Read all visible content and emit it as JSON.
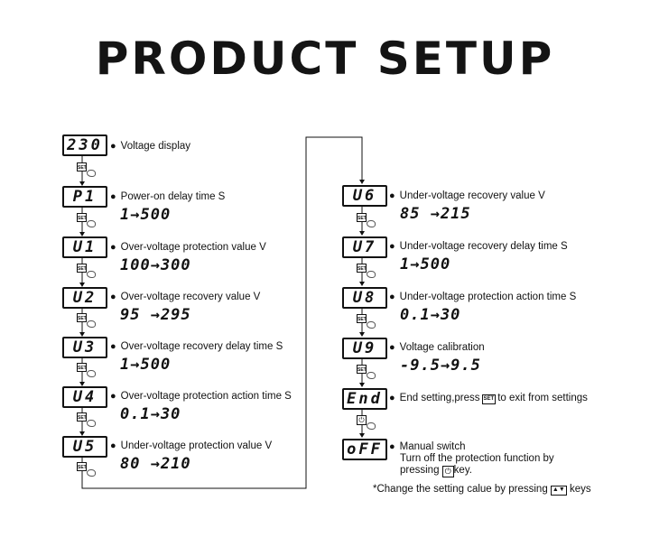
{
  "title": "PRODUCT SETUP",
  "set_key_label": "SET",
  "power_key_label": "⏻",
  "left_column": [
    {
      "display": "230",
      "label": "Voltage display",
      "range": ""
    },
    {
      "display": "P1",
      "label": "Power-on delay time S",
      "range": "1→500"
    },
    {
      "display": "U1",
      "label": "Over-voltage protection value V",
      "range": "100→300"
    },
    {
      "display": "U2",
      "label": "Over-voltage recovery value V",
      "range": "95 →295"
    },
    {
      "display": "U3",
      "label": "Over-voltage recovery delay time S",
      "range": "1→500"
    },
    {
      "display": "U4",
      "label": "Over-voltage protection action time S",
      "range": "0.1→30"
    },
    {
      "display": "U5",
      "label": "Under-voltage protection value V",
      "range": "80 →210"
    }
  ],
  "right_column": [
    {
      "display": "U6",
      "label": "Under-voltage recovery value V",
      "range": "85 →215"
    },
    {
      "display": "U7",
      "label": "Under-voltage recovery delay time S",
      "range": "1→500"
    },
    {
      "display": "U8",
      "label": "Under-voltage protection action time S",
      "range": "0.1→30"
    },
    {
      "display": "U9",
      "label": "Voltage calibration",
      "range": "-9.5→9.5"
    }
  ],
  "end_item": {
    "display": "End",
    "label_before": "End setting,press",
    "label_key": "SET",
    "label_after": "to exit from settings"
  },
  "off_item": {
    "display": "oFF",
    "line1": "Manual switch",
    "line2": "Turn off the protection function by",
    "line3_before": "pressing",
    "line3_after": "key."
  },
  "footnote": {
    "before": "*Change the setting calue by pressing",
    "keys": "▲▼",
    "after": "keys"
  }
}
